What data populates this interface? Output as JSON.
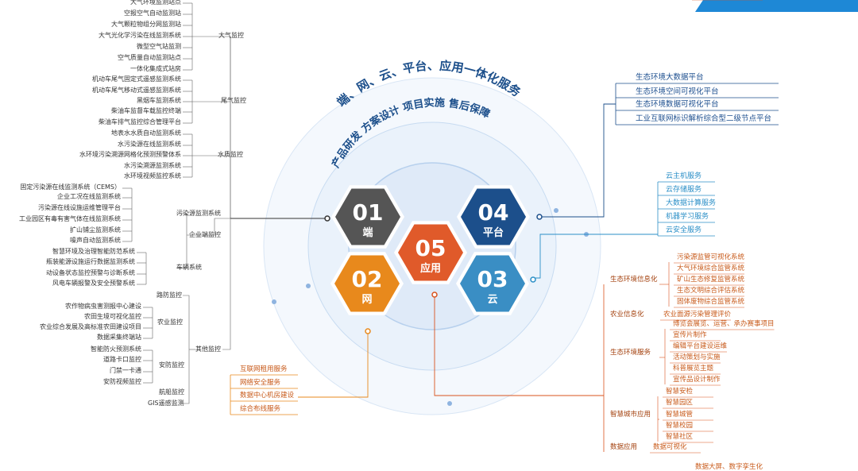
{
  "center": {
    "arc_title": "端、网、云、平台、应用一体化服务",
    "arc_subtitle": "产品研发 方案设计 项目实施 售后保障"
  },
  "hexes": [
    {
      "id": "hex-01",
      "num": "01",
      "label": "端",
      "color": "#555555"
    },
    {
      "id": "hex-02",
      "num": "02",
      "label": "网",
      "color": "#e8891c"
    },
    {
      "id": "hex-03",
      "num": "03",
      "label": "云",
      "color": "#3a8ec4"
    },
    {
      "id": "hex-04",
      "num": "04",
      "label": "平台",
      "color": "#1c4f8b"
    },
    {
      "id": "hex-05",
      "num": "05",
      "label": "应用",
      "color": "#e05a2a"
    }
  ],
  "left_tree": {
    "root": "企业端监控",
    "groups": [
      {
        "name": "大气监控",
        "items": [
          "大气环境监测站点",
          "空报空气自动监测站",
          "大气颗粒物组分网监测站",
          "大气光化学污染在线监测系统",
          "微型空气站监测",
          "空气质量自动监测站点",
          "一体化集成式站房"
        ]
      },
      {
        "name": "尾气监控",
        "items": [
          "机动车尾气固定式遥感监测系统",
          "机动车尾气移动式遥感监测系统",
          "黑烟车监测系统",
          "柴油车监督车载监控终端",
          "柴油车排气监控综合管理平台"
        ]
      },
      {
        "name": "水质监控",
        "items": [
          "地表水水质自动监测系统",
          "水污染源在线监测系统",
          "水环境污染溯源网格化预测预警体系",
          "水污染溯源监测系统",
          "水环境视频监控系统"
        ]
      },
      {
        "name": "污染源监测系统",
        "items": [
          "固定污染源在线监测系统（CEMS）",
          "企业工况在线监测系统",
          "污染源在线设施运维管理平台",
          "工业园区有毒有害气体在线监测系统",
          "扩山铺尘监测系统",
          "噪声自动监测系统"
        ]
      },
      {
        "name": "车辆系统",
        "items": [
          "智慧环境及治理智能防范系统",
          "瓶装能源设施运行数据监测系统",
          "动设备状态监控预警与诊断系统",
          "风电车辆报警及安全预警系统"
        ]
      }
    ],
    "other_root": "其他监控",
    "other_groups": [
      {
        "name": "路防监控",
        "items": []
      },
      {
        "name": "农业监控",
        "items": [
          "农作物病虫害测报中心建设",
          "农田生境可视化监控",
          "农业综合发展及高标准农田建设项目",
          "数据采集终端站"
        ]
      },
      {
        "name": "安防监控",
        "items": [
          "智能防火预测系统",
          "道路卡口监控",
          "门禁一卡通",
          "安防视频监控"
        ]
      },
      {
        "name": "航船监控",
        "items": []
      },
      {
        "name": "GIS遥感监测",
        "items": []
      }
    ]
  },
  "right_top": [
    "生态环境大数据平台",
    "生态环境空间可视化平台",
    "生态环境数据可视化平台",
    "工业互联网标识解析综合型二级节点平台"
  ],
  "right_mid": [
    "云主机服务",
    "云存储服务",
    "大数据计算服务",
    "机器学习服务",
    "云安全服务"
  ],
  "bottom_left": [
    "互联网租用服务",
    "网络安全服务",
    "数据中心机房建设",
    "综合布线服务"
  ],
  "right_bottom": {
    "groups": [
      {
        "name": "生态环境信息化",
        "items": [
          "污染源监管可视化系统",
          "大气环境综合监管系统",
          "矿山生态修复监管系统",
          "生态文明综合评估系统",
          "固体废物综合监管系统"
        ]
      },
      {
        "name": "农业信息化",
        "items": [
          "农业面源污染管理评价"
        ]
      },
      {
        "name": "生态环境服务",
        "items": [
          "博览会展览、运营、承办赛事项目",
          "宣传片制作",
          "编辑平台建设运维",
          "活动策划与实施",
          "科普展览主题",
          "宣传品设计制作"
        ]
      },
      {
        "name": "智慧城市应用",
        "items": [
          "智慧安检",
          "智慧园区",
          "智慧城管",
          "智慧校园",
          "智慧社区"
        ]
      },
      {
        "name": "数据应用",
        "items": [
          "数据可视化",
          "数据大屏、数字孪生化"
        ]
      }
    ]
  },
  "colors": {
    "accent_blue": "#1c4f8b",
    "accent_cyan": "#2b8fc7",
    "accent_orange": "#e05a2a",
    "circle_fill": "#e8f1fb"
  }
}
